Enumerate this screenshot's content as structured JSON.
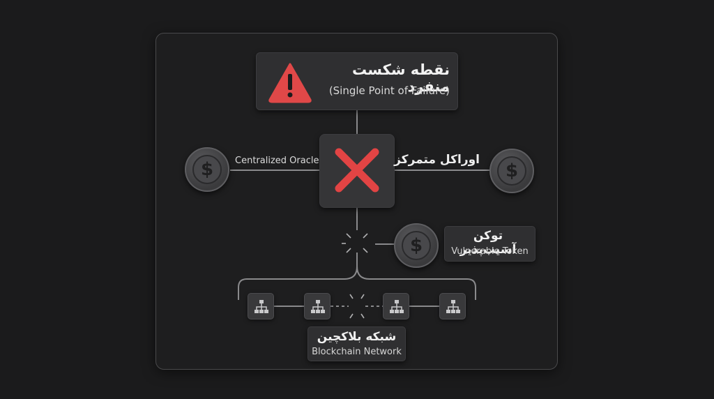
{
  "title": {
    "fa": "نقطه شکست منفرد",
    "en": "(Single Point of Failure)"
  },
  "oracle": {
    "label_en": "Centralized Oracle",
    "label_fa": "اوراکل متمرکز"
  },
  "token": {
    "label_fa": "توکن آسیب‌پذیر",
    "label_en": "Vulnerable Token"
  },
  "network": {
    "label_fa": "شبکه بلاکچین",
    "label_en": "Blockchain Network"
  },
  "icons": {
    "warning": "warning-triangle-icon",
    "failure": "red-x-icon",
    "coin": "dollar-coin-icon",
    "node": "network-hierarchy-icon"
  },
  "colors": {
    "background": "#1b1b1c",
    "warning_red": "#e04848",
    "x_red": "#e24444"
  },
  "coin_symbol": "$"
}
